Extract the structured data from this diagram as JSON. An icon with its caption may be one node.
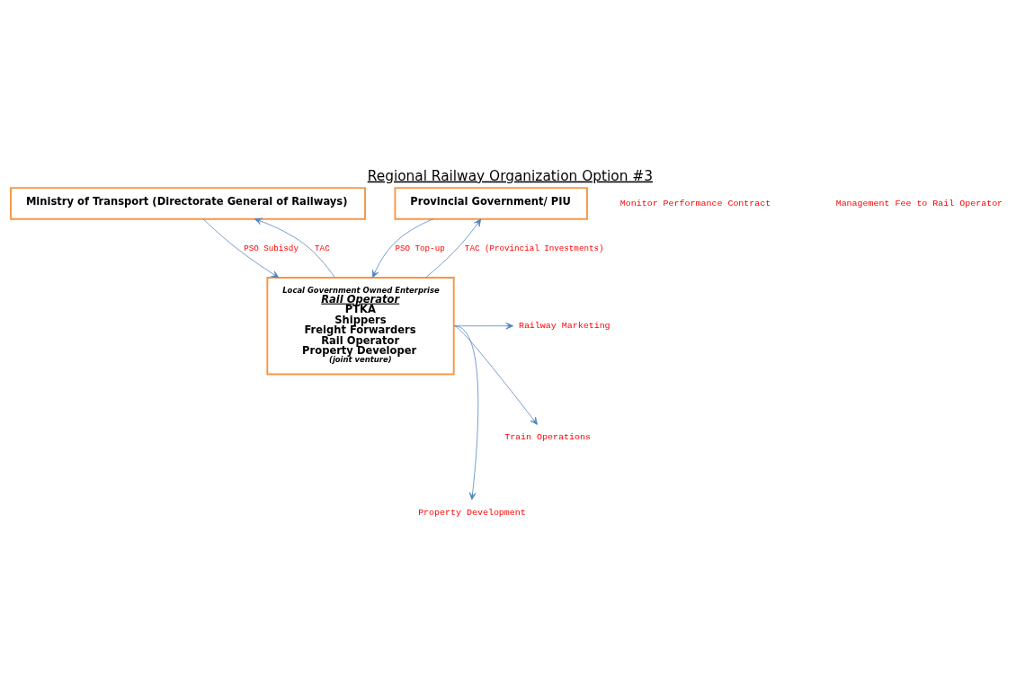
{
  "diagram": {
    "title": "Regional Railway Organization Option #3",
    "nodes": [
      {
        "text": [
          "Ministry of Transport (Directorate General of Railways)"
        ]
      },
      {
        "text": [
          "Provincial Government/ PIU"
        ]
      },
      {
        "text": [
          "Local Government Owned Enterprise",
          "Rail Operator",
          "PTKA",
          "Shippers",
          "Freight Forwarders",
          "Rail Operator",
          "Property Developer",
          "(joint venture)"
        ]
      },
      {
        "text": [
          "Railway Marketing"
        ]
      },
      {
        "text": [
          "Train Operations"
        ]
      },
      {
        "text": [
          "Property Development"
        ]
      }
    ],
    "edges": [
      {
        "from": 0,
        "to": 2,
        "arrow": "to",
        "label": "PSO Subisdy"
      },
      {
        "from": 2,
        "to": 0,
        "arrow": "to",
        "label": "TAC"
      },
      {
        "from": 2,
        "to": 1,
        "arrow": "to",
        "label": "TAC (Provincial Investments)"
      },
      {
        "from": 1,
        "to": 2,
        "arrow": "to",
        "label": "PSO Top-up"
      },
      {
        "from": 2,
        "to": 3,
        "arrow": "to"
      },
      {
        "from": 2,
        "to": 4,
        "arrow": "to"
      },
      {
        "from": 2,
        "to": 5,
        "arrow": "to"
      }
    ],
    "labels": [
      "Monitor Performance Contract",
      "Management Fee to Rail Operator"
    ]
  }
}
